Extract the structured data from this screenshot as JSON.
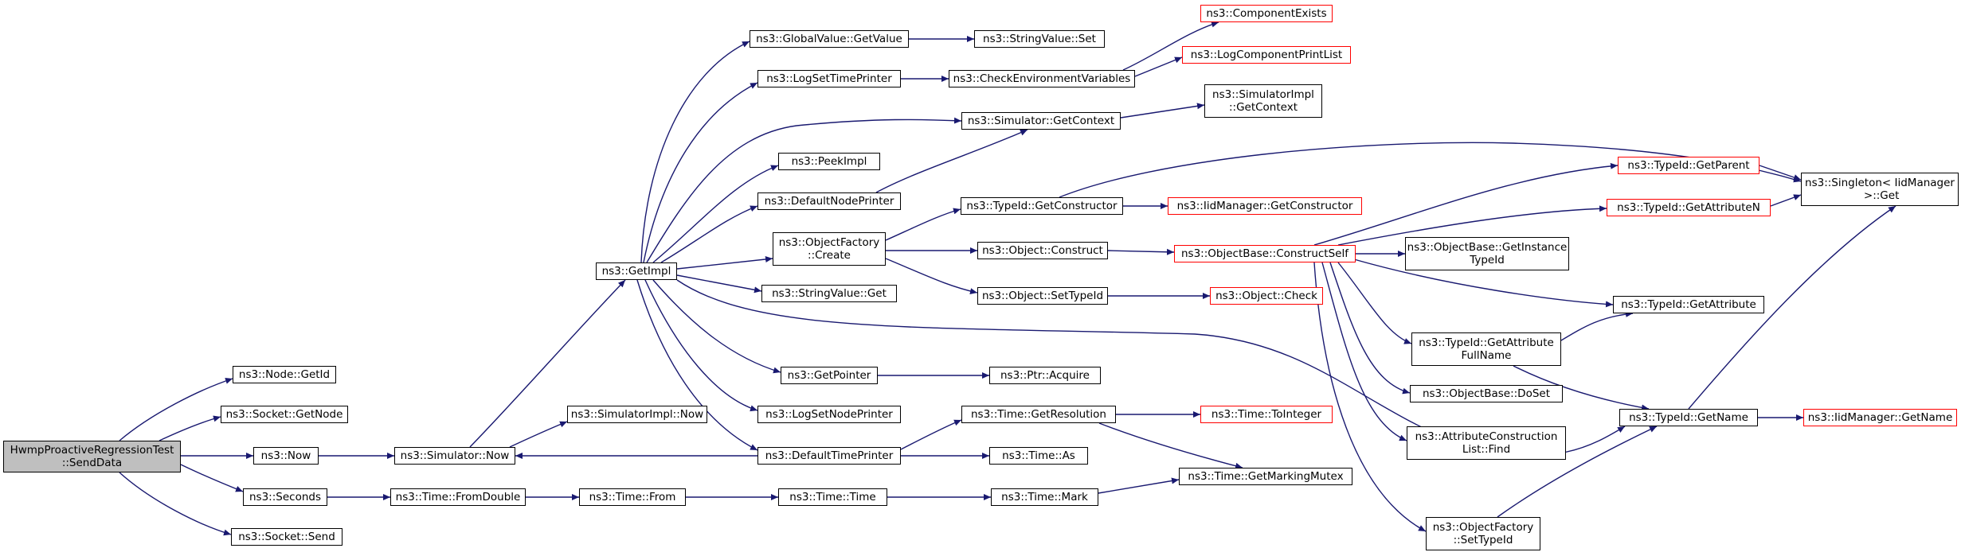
{
  "diagram": {
    "edge_color": "#191970",
    "incomplete_border_color": "#ff0000",
    "root_fill": "#bfbfbf",
    "nodes": {
      "root": "HwmpProactiveRegressionTest\n::SendData",
      "node_getid": "ns3::Node::GetId",
      "socket_getnode": "ns3::Socket::GetNode",
      "now": "ns3::Now",
      "seconds": "ns3::Seconds",
      "socket_send": "ns3::Socket::Send",
      "simulator_now": "ns3::Simulator::Now",
      "time_fromdouble": "ns3::Time::FromDouble",
      "time_from": "ns3::Time::From",
      "time_time": "ns3::Time::Time",
      "time_mark": "ns3::Time::Mark",
      "getmarkingmutex": "ns3::Time::GetMarkingMutex",
      "simimpl_now": "ns3::SimulatorImpl::Now",
      "getimpl": "ns3::GetImpl",
      "globalvalue_getvalue": "ns3::GlobalValue::GetValue",
      "stringvalue_set": "ns3::StringValue::Set",
      "logsettimeprinter": "ns3::LogSetTimePrinter",
      "checkenv": "ns3::CheckEnvironmentVariables",
      "componentexists": "ns3::ComponentExists",
      "logcomponentprintlist": "ns3::LogComponentPrintList",
      "simulator_getcontext": "ns3::Simulator::GetContext",
      "simimpl_getcontext": "ns3::SimulatorImpl\n::GetContext",
      "peekimpl": "ns3::PeekImpl",
      "defaultnodeprinter": "ns3::DefaultNodePrinter",
      "objectfactory_create": "ns3::ObjectFactory\n::Create",
      "stringvalue_get": "ns3::StringValue::Get",
      "getpointer": "ns3::GetPointer",
      "ptr_acquire": "ns3::Ptr::Acquire",
      "logsetnodeprinter": "ns3::LogSetNodePrinter",
      "defaulttimeprinter": "ns3::DefaultTimePrinter",
      "time_getresolution": "ns3::Time::GetResolution",
      "time_tointeger": "ns3::Time::ToInteger",
      "time_as": "ns3::Time::As",
      "typeid_getconstructor": "ns3::TypeId::GetConstructor",
      "iidmanager_getconstructor": "ns3::IidManager::GetConstructor",
      "object_construct": "ns3::Object::Construct",
      "objectbase_constructself": "ns3::ObjectBase::ConstructSelf",
      "object_settypeid": "ns3::Object::SetTypeId",
      "object_check": "ns3::Object::Check",
      "typeid_getparent": "ns3::TypeId::GetParent",
      "typeid_getattributen": "ns3::TypeId::GetAttributeN",
      "singleton_get": "ns3::Singleton< IidManager\n >::Get",
      "getinstancetypeid": "ns3::ObjectBase::GetInstance\nTypeId",
      "typeid_getattribute": "ns3::TypeId::GetAttribute",
      "getattributefullname": "ns3::TypeId::GetAttribute\nFullName",
      "objectbase_doset": "ns3::ObjectBase::DoSet",
      "attrconstructionlist_find": "ns3::AttributeConstruction\nList::Find",
      "objectfactory_settypeid": "ns3::ObjectFactory\n::SetTypeId",
      "typeid_getname": "ns3::TypeId::GetName",
      "iidmanager_getname": "ns3::IidManager::GetName"
    }
  }
}
